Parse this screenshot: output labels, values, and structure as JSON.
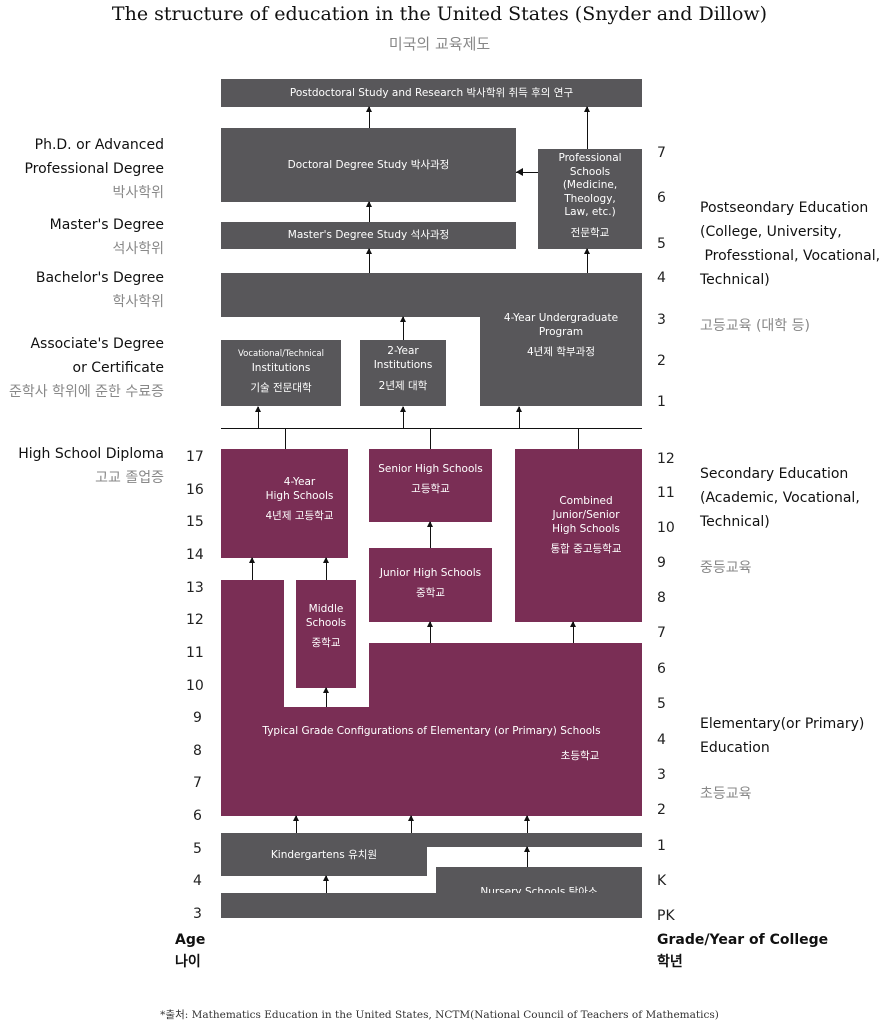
{
  "title": "The structure of education in the United States (Snyder and Dillow)",
  "subtitle": "미국의 교육제도",
  "boxes": {
    "postdoc": "Postdoctoral Study and Research  박사학위 취득 후의 연구",
    "doctoral": "Doctoral Degree Study  박사과정",
    "professional_en": [
      "Professional",
      "Schools",
      "(Medicine,",
      "Theology,",
      "Law, etc.)"
    ],
    "professional_ko": "전문학교",
    "masters": "Master's Degree Study  석사과정",
    "undergrad_en": [
      "4-Year Undergraduate",
      "Program"
    ],
    "undergrad_ko": "4년제 학부과정",
    "vocational_en": [
      "Vocational/Technical",
      "Institutions"
    ],
    "vocational_ko": "기술 전문대학",
    "twoyear_en": [
      "2-Year",
      "Institutions"
    ],
    "twoyear_ko": "2년제 대학",
    "hs4_en": [
      "4-Year",
      "High Schools"
    ],
    "hs4_ko": "4년제 고등학교",
    "senior_en": "Senior High Schools",
    "senior_ko": "고등학교",
    "junior_en": "Junior High Schools",
    "junior_ko": "중학교",
    "combined_en": [
      "Combined",
      "Junior/Senior",
      "High Schools"
    ],
    "combined_ko": "통합 중고등학교",
    "middle_en": [
      "Middle",
      "Schools"
    ],
    "middle_ko": "중학교",
    "elementary_en": "Typical Grade Configurations of Elementary (or Primary) Schools",
    "elementary_ko": "초등학교",
    "kindergarten": "Kindergartens  유치원",
    "nursery": "Nursery Schools  탁아소"
  },
  "left_labels": {
    "phd": [
      "Ph.D. or Advanced",
      "Professional Degree",
      "박사학위"
    ],
    "masters": [
      "Master's Degree",
      "석사학위"
    ],
    "bachelors": [
      "Bachelor's Degree",
      "학사학위"
    ],
    "associate": [
      "Associate's Degree",
      "or Certificate",
      "준학사 학위에 준한 수료증"
    ],
    "highschool": [
      "High School Diploma",
      "고교 졸업증"
    ]
  },
  "age_axis": [
    "17",
    "16",
    "15",
    "14",
    "13",
    "12",
    "11",
    "10",
    "9",
    "8",
    "7",
    "6",
    "5",
    "4",
    "3"
  ],
  "age_title": [
    "Age",
    "나이"
  ],
  "grade_axis_college": [
    "7",
    "6",
    "5",
    "4",
    "3",
    "2",
    "1"
  ],
  "grade_axis_school": [
    "12",
    "11",
    "10",
    "9",
    "8",
    "7",
    "6",
    "5",
    "4",
    "3",
    "2",
    "1",
    "K",
    "PK"
  ],
  "grade_title": [
    "Grade/Year of College",
    "학년"
  ],
  "right_labels": {
    "postsecondary": [
      "Postseondary Education",
      "(College, University,",
      " Professtional, Vocational,",
      "Technical)",
      "고등교육 (대학 등)"
    ],
    "secondary": [
      "Secondary Education",
      "(Academic, Vocational,",
      "Technical)",
      "중등교육"
    ],
    "elementary": [
      "Elementary(or Primary)",
      "Education",
      "초등교육"
    ]
  },
  "footer": "*출처: Mathematics Education in the United States, NCTM(National Council of Teachers of Mathematics)",
  "colors": {
    "gray": "#58575a",
    "plum": "#7a2e55"
  }
}
